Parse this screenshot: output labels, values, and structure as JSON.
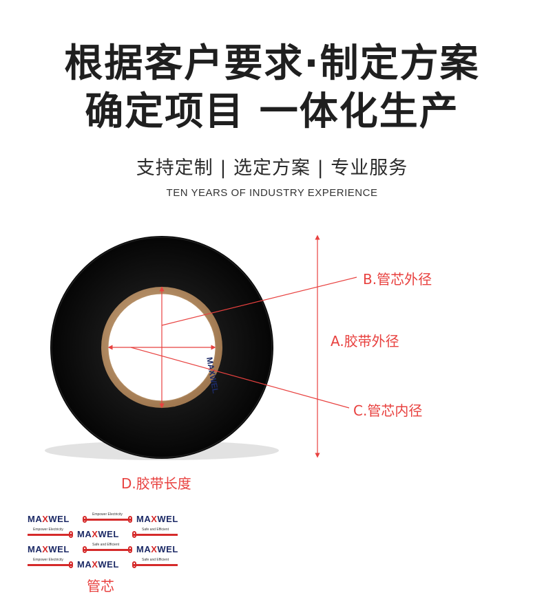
{
  "headline": {
    "line1": "根据客户要求·制定方案",
    "line2": "确定项目 一体化生产"
  },
  "subtitle": "支持定制 | 选定方案 | 专业服务",
  "english_tagline": "TEN YEARS OF INDUSTRY EXPERIENCE",
  "labels": {
    "core_outer_diameter": "B.管芯外径",
    "tape_outer_diameter": "A.胶带外径",
    "core_inner_diameter": "C.管芯内径",
    "tape_length": "D.胶带长度",
    "core": "管芯"
  },
  "core_brand": {
    "text_part1": "MA",
    "text_x": "X",
    "text_part2": "WEL",
    "tag1": "Empower Electricity",
    "tag2": "Safe and Efficient"
  },
  "colors": {
    "tape": "#0e0e0e",
    "core": "#c9a37a",
    "annotation": "#e8413f",
    "brand_blue": "#1c2a66",
    "brand_red": "#d52a2a"
  }
}
